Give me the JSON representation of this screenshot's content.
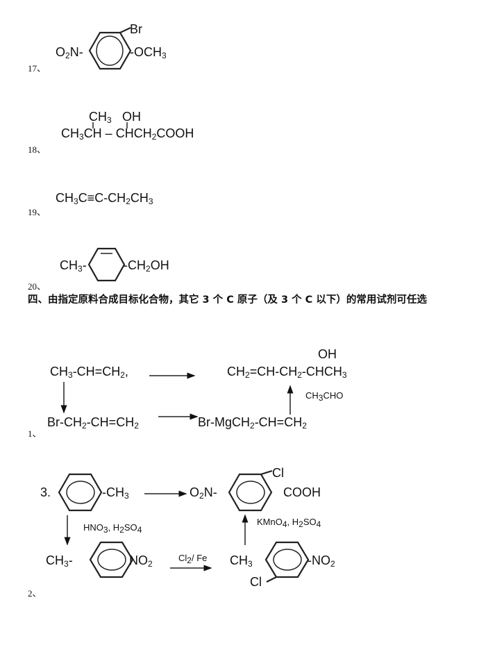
{
  "items": {
    "q17": {
      "num": "17、",
      "left": "O2N-",
      "top": "Br",
      "right": "-OCH3"
    },
    "q18": {
      "num": "18、",
      "sub1": "CH3",
      "sub2": "OH",
      "main": "CH3CH – CHCH2COOH"
    },
    "q19": {
      "num": "19、",
      "formula": "CH3C≡C-CH2CH3"
    },
    "q20": {
      "num": "20、",
      "left": "CH3-",
      "right": "-CH2OH"
    }
  },
  "section": {
    "heading": "四、由指定原料合成目标化合物，其它 3 个 C 原子（及 3 个 C 以下）的常用试剂可任选"
  },
  "scheme1": {
    "num": "1、",
    "start": "CH3-CH=CH2,",
    "target_oh": "OH",
    "target": "CH2=CH-CH2-CHCH3",
    "inter1": "Br-CH2-CH=CH2",
    "inter2": "Br-MgCH2-CH=CH2",
    "reagent": "CH3CHO"
  },
  "scheme2": {
    "num": "2、",
    "label_partial": "3.",
    "start_right": "-CH3",
    "target_left": "O2N-",
    "target_cl": "Cl",
    "target_right": "COOH",
    "reagent_down": "HNO3, H2SO4",
    "reagent_up": "KMnO4, H2SO4",
    "inter1_left": "CH3-",
    "inter1_right": "NO2",
    "reagent_mid": "Cl2/ Fe",
    "inter2_left": "CH3",
    "inter2_cl": "Cl",
    "inter2_right": "-NO2"
  }
}
